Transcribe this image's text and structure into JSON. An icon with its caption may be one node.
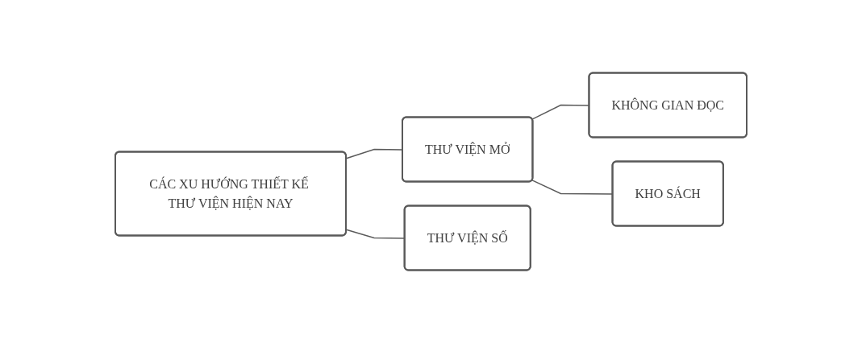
{
  "diagram": {
    "nodes": [
      {
        "text": [
          "CÁC XU HƯỚNG THIẾT KẾ THƯ VIỆN HIỆN NAY"
        ]
      },
      {
        "text": [
          "THƯ VIỆN MỞ"
        ]
      },
      {
        "text": [
          "THƯ VIỆN SỐ"
        ]
      },
      {
        "text": [
          "KHÔNG GIAN ĐỌC"
        ]
      },
      {
        "text": [
          "KHO SÁCH"
        ]
      }
    ],
    "edges": [
      {
        "from": 0,
        "to": 1,
        "arrow": "none"
      },
      {
        "from": 0,
        "to": 2,
        "arrow": "none"
      },
      {
        "from": 1,
        "to": 3,
        "arrow": "none"
      },
      {
        "from": 1,
        "to": 4,
        "arrow": "none"
      }
    ]
  }
}
